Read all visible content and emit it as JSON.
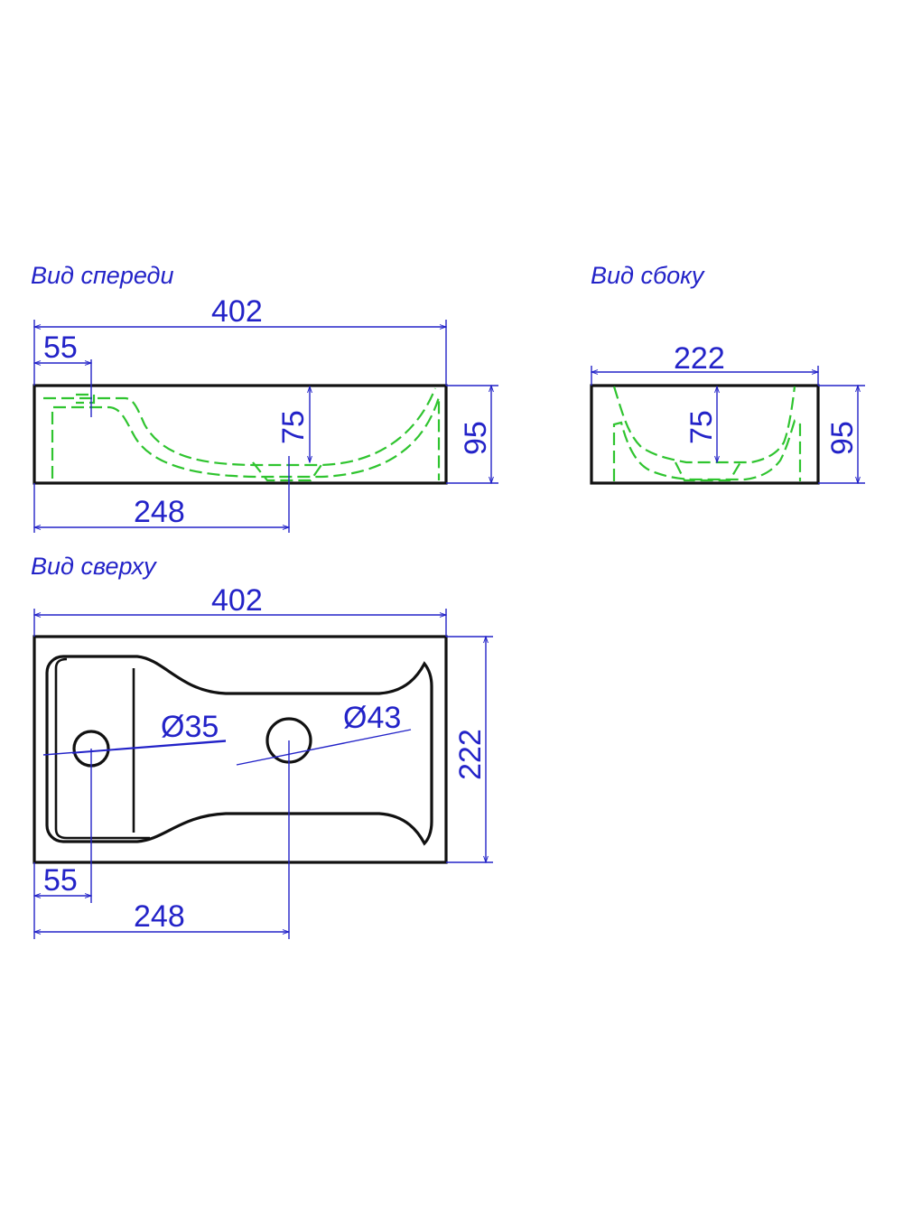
{
  "views": {
    "front": {
      "title": "Вид спереди",
      "dims": {
        "width": "402",
        "offset": "55",
        "depth": "75",
        "height": "95",
        "drain_pos": "248"
      }
    },
    "side": {
      "title": "Вид сбоку",
      "dims": {
        "width": "222",
        "depth": "75",
        "height": "95"
      }
    },
    "top": {
      "title": "Вид сверху",
      "dims": {
        "width": "402",
        "depth_w": "222",
        "tap_hole": "Ø35",
        "drain_hole": "Ø43",
        "offset": "55",
        "drain_pos": "248"
      }
    }
  },
  "colors": {
    "dimension": "#2323c8",
    "outline": "#111111",
    "hidden": "#2fc42f"
  }
}
